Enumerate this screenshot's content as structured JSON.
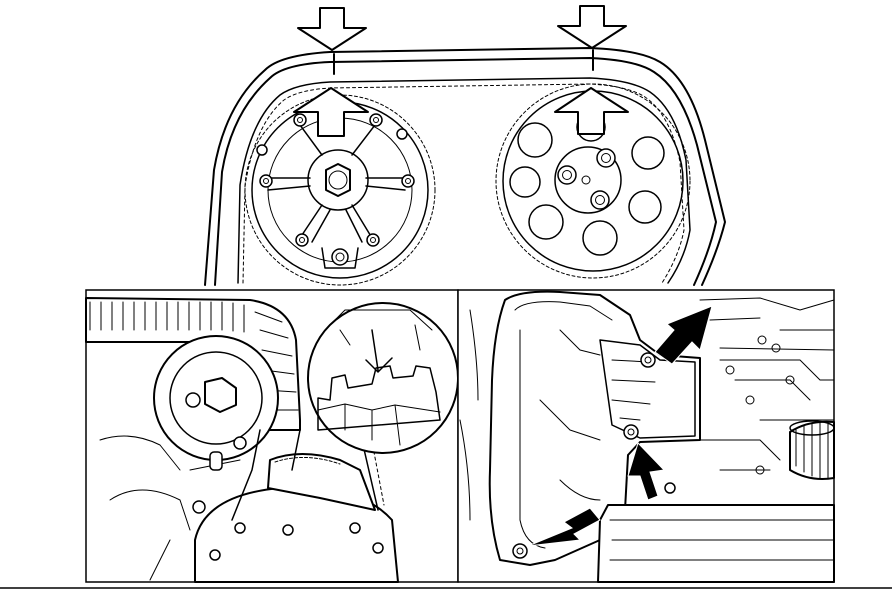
{
  "figure": {
    "background": "#ffffff",
    "line_color": "#000000",
    "panels": [
      {
        "name": "timing-belt-camshaft-overview",
        "markers": [
          "alignment-arrow",
          "alignment-arrow",
          "alignment-arrow",
          "alignment-arrow"
        ]
      },
      {
        "name": "crankshaft-belt-detail",
        "markers": []
      },
      {
        "name": "belt-cover-bolts",
        "markers": [
          "bolt-pointer-arrow",
          "bolt-pointer-arrow",
          "bolt-pointer-arrow"
        ]
      }
    ]
  }
}
